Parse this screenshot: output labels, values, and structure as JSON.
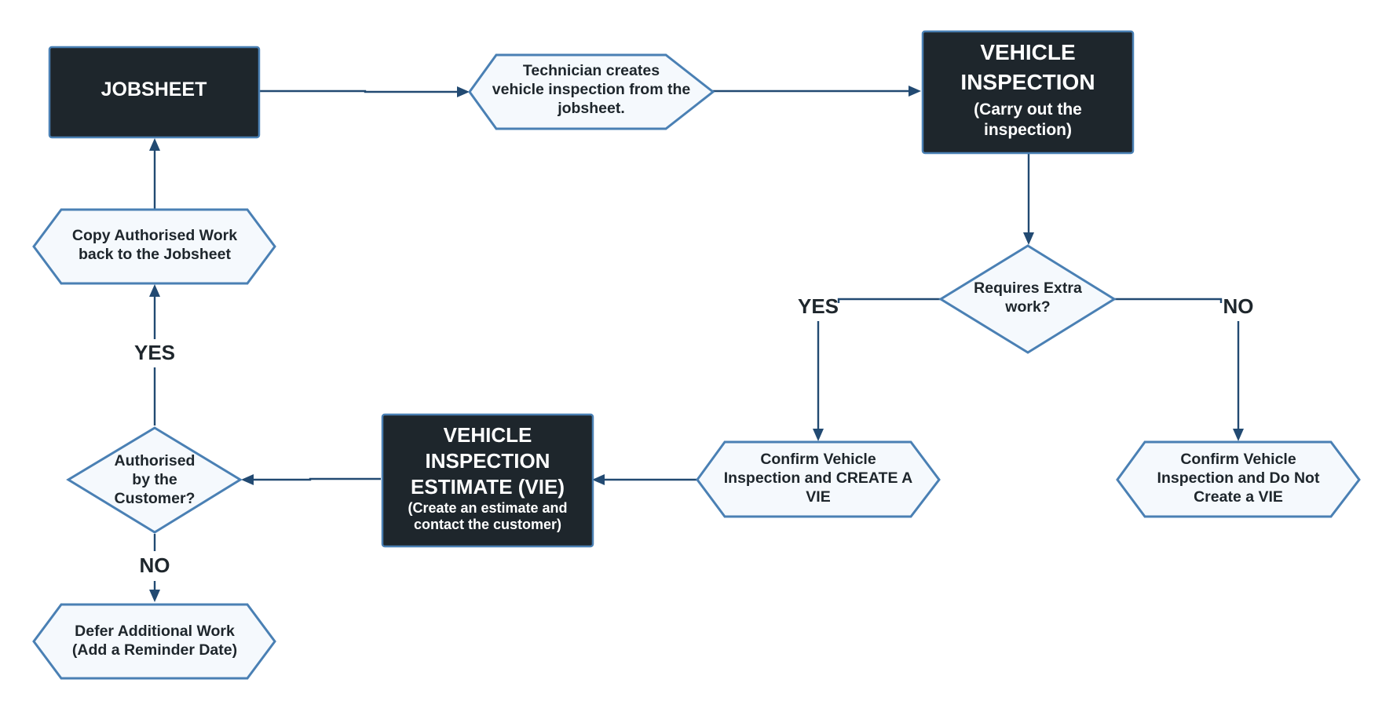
{
  "nodes": {
    "jobsheet": {
      "lines": [
        "JOBSHEET"
      ]
    },
    "technician_creates": {
      "lines": [
        "Technician creates",
        "vehicle inspection from the",
        "jobsheet."
      ]
    },
    "vehicle_inspection": {
      "lines": [
        "VEHICLE",
        "INSPECTION"
      ],
      "sub": [
        "(Carry out the",
        "inspection)"
      ]
    },
    "requires_extra": {
      "lines": [
        "Requires Extra",
        "work?"
      ]
    },
    "confirm_create_vie": {
      "lines": [
        "Confirm Vehicle",
        "Inspection and CREATE A",
        "VIE"
      ]
    },
    "confirm_no_vie": {
      "lines": [
        "Confirm Vehicle",
        "Inspection and Do Not",
        "Create a VIE"
      ]
    },
    "vie": {
      "lines": [
        "VEHICLE",
        "INSPECTION",
        "ESTIMATE (VIE)"
      ],
      "sub": [
        "(Create an estimate and",
        "contact the customer)"
      ]
    },
    "authorised": {
      "lines": [
        "Authorised",
        "by the",
        "Customer?"
      ]
    },
    "copy_work": {
      "lines": [
        "Copy Authorised Work",
        "back to the Jobsheet"
      ]
    },
    "defer_work": {
      "lines": [
        "Defer Additional Work",
        "(Add a Reminder Date)"
      ]
    }
  },
  "labels": {
    "extra_yes": "YES",
    "extra_no": "NO",
    "auth_yes": "YES",
    "auth_no": "NO"
  },
  "colors": {
    "dark_fill": "#1e262c",
    "border": "#4a80b4",
    "light_fill": "#f5f9fd",
    "connector": "#224a72"
  }
}
